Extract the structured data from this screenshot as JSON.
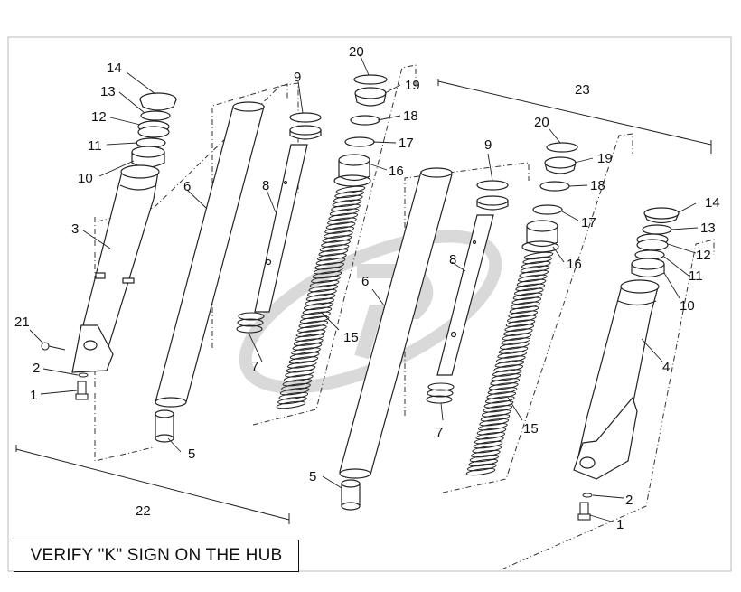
{
  "diagram": {
    "callouts": {
      "c1a": "1",
      "c2a": "2",
      "c3": "3",
      "c5a": "5",
      "c6a": "6",
      "c7a": "7",
      "c8a": "8",
      "c9a": "9",
      "c10a": "10",
      "c11a": "11",
      "c12a": "12",
      "c13a": "13",
      "c14a": "14",
      "c15a": "15",
      "c16a": "16",
      "c17a": "17",
      "c18a": "18",
      "c19a": "19",
      "c20a": "20",
      "c21": "21",
      "c22": "22",
      "c23": "23",
      "c1b": "1",
      "c2b": "2",
      "c4": "4",
      "c5b": "5",
      "c6b": "6",
      "c7b": "7",
      "c8b": "8",
      "c9b": "9",
      "c10b": "10",
      "c11b": "11",
      "c12b": "12",
      "c13b": "13",
      "c14b": "14",
      "c15b": "15",
      "c16b": "16",
      "c17b": "17",
      "c18b": "18",
      "c19b": "19",
      "c20b": "20"
    },
    "note": "VERIFY \"K\" SIGN ON THE HUB",
    "colors": {
      "line": "#222222",
      "watermark": "#d6d6d6",
      "part_fill": "#ffffff"
    }
  }
}
